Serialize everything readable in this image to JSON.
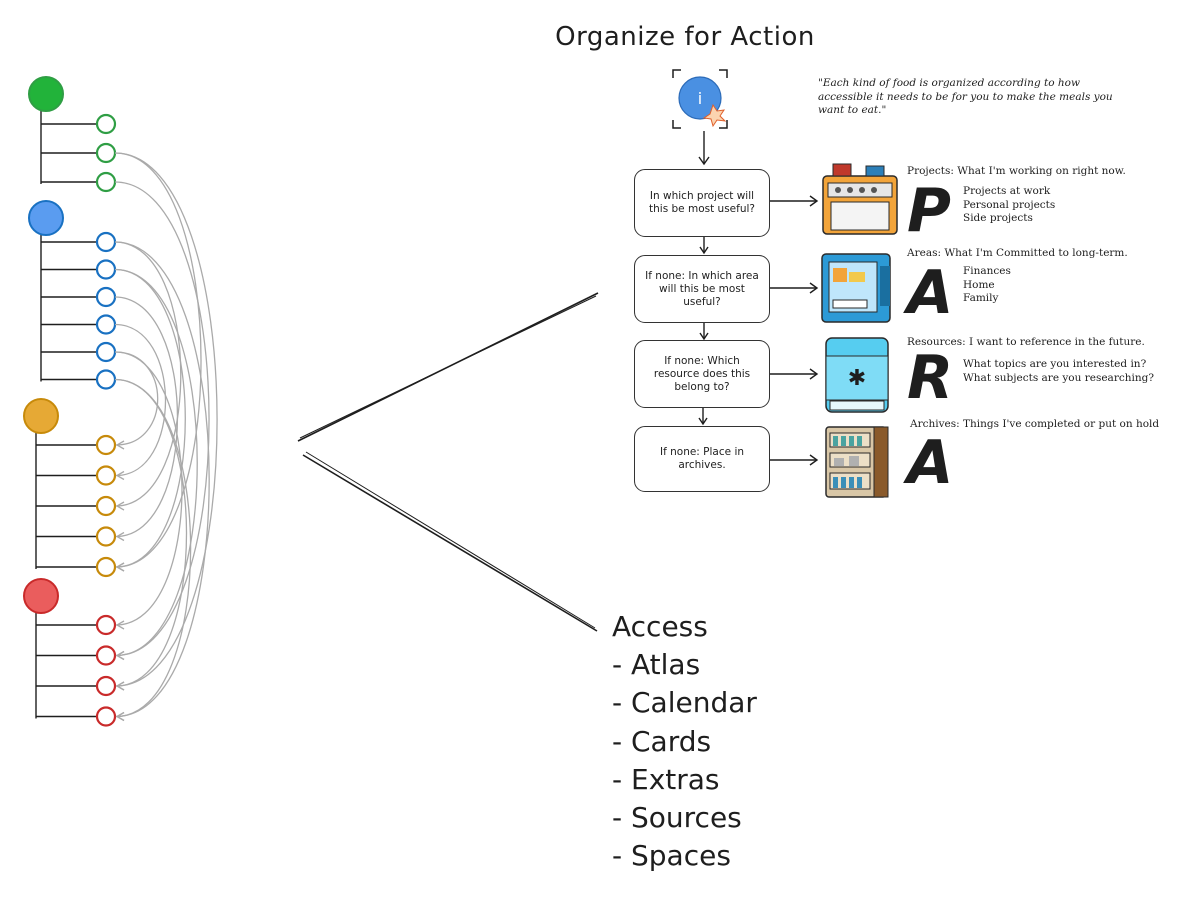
{
  "title": "Organize for Action",
  "quote": "\"Each kind of food is organized according to how accessible it needs to be for you to make the meals you want to eat.\"",
  "info_icon": "info-icon",
  "questions": [
    "In which project will this be most useful?",
    "If none: In which area will this be most useful?",
    "If none: Which resource does this belong to?",
    "If none: Place in archives."
  ],
  "categories": [
    {
      "heading": "Projects: What I'm working on right now.",
      "letter": "P",
      "icon": "stove-icon",
      "items": [
        "Projects at work",
        "Personal projects",
        "Side projects"
      ]
    },
    {
      "heading": "Areas: What I'm Committed to long-term.",
      "letter": "A",
      "icon": "fridge-icon",
      "items": [
        "Finances",
        "Home",
        "Family"
      ]
    },
    {
      "heading": "Resources: I want to reference in the future.",
      "letter": "R",
      "icon": "freezer-icon",
      "items": [
        "What topics are you interested in?",
        "What subjects are you researching?"
      ]
    },
    {
      "heading": "Archives: Things I've completed or put on hold",
      "letter": "A",
      "icon": "pantry-icon",
      "items": []
    }
  ],
  "access": {
    "heading": "Access",
    "items": [
      "- Atlas",
      "- Calendar",
      "- Cards",
      "- Extras",
      "- Sources",
      "- Spaces"
    ]
  },
  "tree_groups": [
    {
      "color": "#2f9e44",
      "fill": "#22b33a",
      "leaves": 3
    },
    {
      "color": "#1971c2",
      "fill": "#5a9cf0",
      "leaves": 6
    },
    {
      "color": "#c78a0a",
      "fill": "#e6a935",
      "leaves": 5
    },
    {
      "color": "#c92a2a",
      "fill": "#ea5d5d",
      "leaves": 4
    }
  ],
  "colors": {
    "connector": "#aaaaaa",
    "stroke": "#1e1e1e"
  }
}
